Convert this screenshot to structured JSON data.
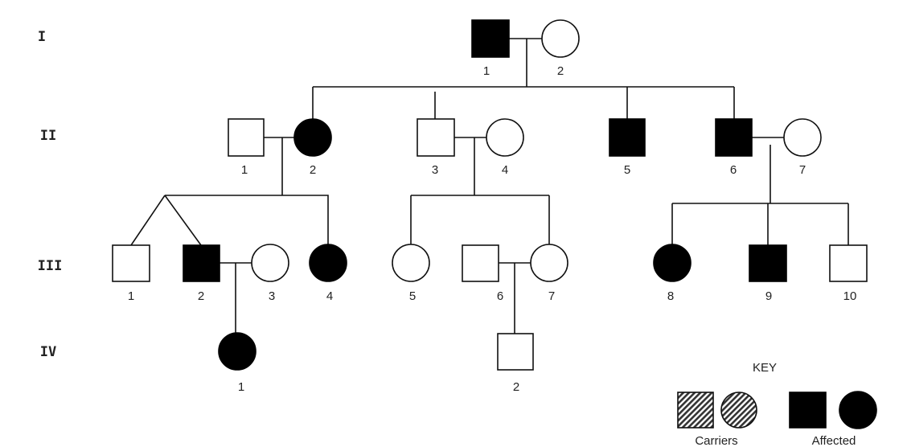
{
  "generations": [
    "I",
    "II",
    "III",
    "IV"
  ],
  "individuals": {
    "I": [
      {
        "n": "1",
        "sex": "male",
        "status": "affected"
      },
      {
        "n": "2",
        "sex": "female",
        "status": "unaffected"
      }
    ],
    "II": [
      {
        "n": "1",
        "sex": "male",
        "status": "unaffected"
      },
      {
        "n": "2",
        "sex": "female",
        "status": "affected"
      },
      {
        "n": "3",
        "sex": "male",
        "status": "unaffected"
      },
      {
        "n": "4",
        "sex": "female",
        "status": "unaffected"
      },
      {
        "n": "5",
        "sex": "male",
        "status": "affected"
      },
      {
        "n": "6",
        "sex": "male",
        "status": "affected"
      },
      {
        "n": "7",
        "sex": "female",
        "status": "unaffected"
      }
    ],
    "III": [
      {
        "n": "1",
        "sex": "male",
        "status": "unaffected"
      },
      {
        "n": "2",
        "sex": "male",
        "status": "affected"
      },
      {
        "n": "3",
        "sex": "female",
        "status": "unaffected"
      },
      {
        "n": "4",
        "sex": "female",
        "status": "affected"
      },
      {
        "n": "5",
        "sex": "female",
        "status": "unaffected"
      },
      {
        "n": "6",
        "sex": "male",
        "status": "unaffected"
      },
      {
        "n": "7",
        "sex": "female",
        "status": "unaffected"
      },
      {
        "n": "8",
        "sex": "female",
        "status": "affected"
      },
      {
        "n": "9",
        "sex": "male",
        "status": "affected"
      },
      {
        "n": "10",
        "sex": "male",
        "status": "unaffected"
      }
    ],
    "IV": [
      {
        "n": "1",
        "sex": "female",
        "status": "affected"
      },
      {
        "n": "2",
        "sex": "male",
        "status": "unaffected"
      }
    ]
  },
  "key": {
    "title": "KEY",
    "carriers": "Carriers",
    "affected": "Affected"
  }
}
